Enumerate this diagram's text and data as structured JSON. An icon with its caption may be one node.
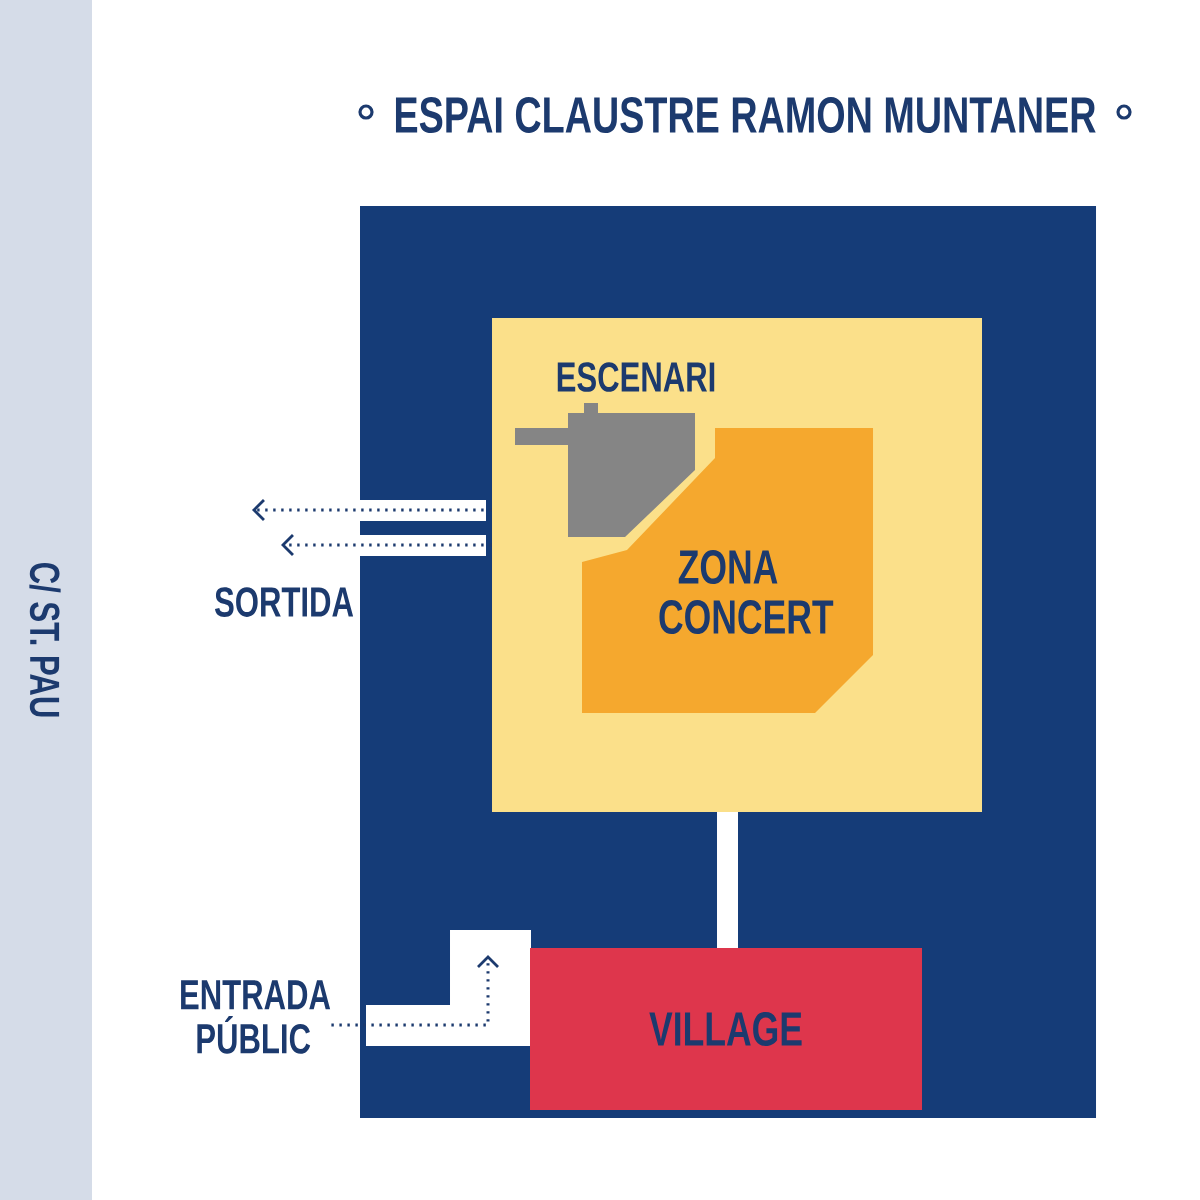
{
  "diagram": {
    "title": "ESPAI CLAUSTRE RAMON MUNTANER",
    "nodes": [
      {
        "text": [],
        "shape": "box"
      },
      {
        "text": [],
        "shape": "box",
        "in": 0
      },
      {
        "text": [
          "ESCENARI"
        ],
        "in": 1
      },
      {
        "text": [
          "ZONA CONCERT"
        ],
        "in": 1
      },
      {
        "text": [
          "VILLAGE"
        ],
        "in": 0
      },
      {
        "text": [
          "SORTIDA"
        ]
      },
      {
        "text": [
          "ENTRADA PÚBLIC"
        ]
      }
    ],
    "edges": [
      {
        "from": 1,
        "to": 5,
        "arrow": "to",
        "style": "dashed"
      },
      {
        "from": 1,
        "to": 5,
        "arrow": "to",
        "style": "dashed"
      },
      {
        "from": 6,
        "to": null,
        "arrow": "to",
        "style": "dashed"
      }
    ],
    "labels": [
      "C/ ST. PAU"
    ]
  }
}
